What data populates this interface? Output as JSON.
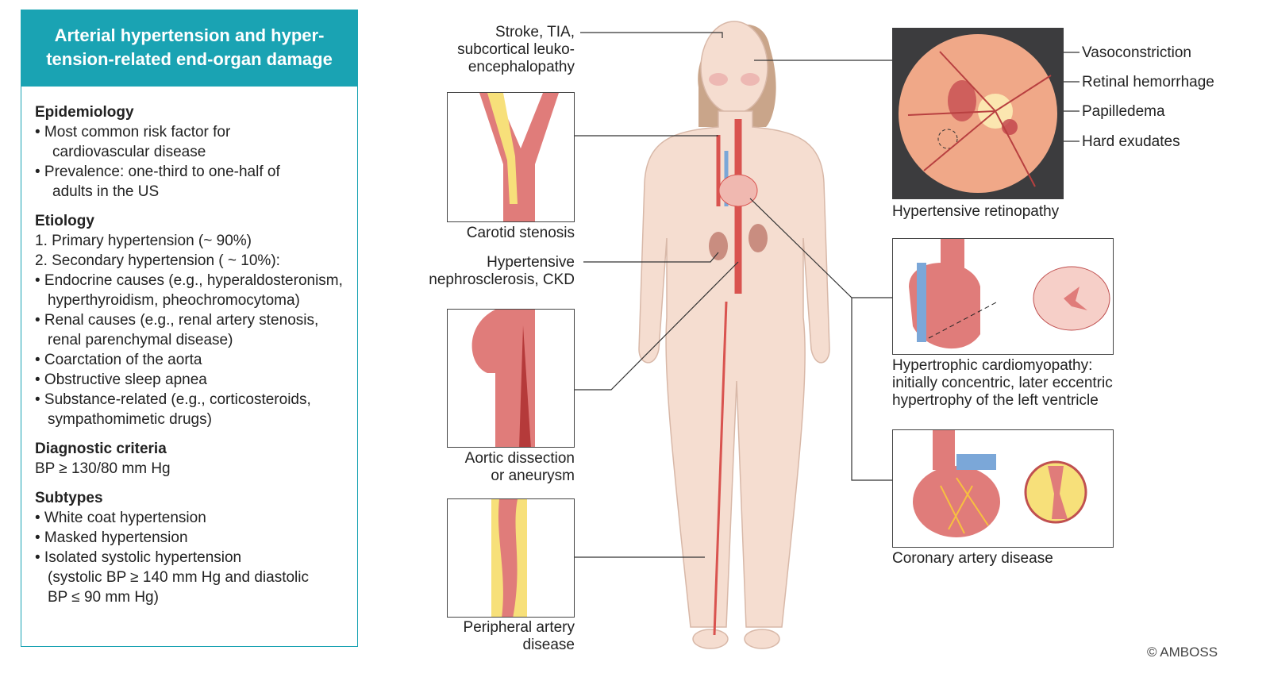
{
  "panel": {
    "title_line1": "Arterial hypertension and hyper-",
    "title_line2": "tension-related end-organ damage",
    "epidemiology": {
      "heading": "Epidemiology",
      "items": [
        "•  Most common risk factor for",
        "cardiovascular disease",
        "•  Prevalence: one-third to one-half of",
        "adults in the US"
      ]
    },
    "etiology": {
      "heading": "Etiology",
      "items": [
        "1. Primary hypertension (~ 90%)",
        "2. Secondary hypertension ( ~ 10%):",
        "• Endocrine causes (e.g., hyperaldosteronism,",
        "hyperthyroidism, pheochromocytoma)",
        "• Renal causes (e.g., renal artery stenosis,",
        "renal parenchymal disease)",
        "• Coarctation of the aorta",
        "• Obstructive sleep apnea",
        "• Substance-related (e.g., corticosteroids,",
        "sympathomimetic drugs)"
      ]
    },
    "diagnostic": {
      "heading": "Diagnostic criteria",
      "text": "BP ≥ 130/80 mm Hg"
    },
    "subtypes": {
      "heading": "Subtypes",
      "items": [
        "• White coat hypertension",
        "• Masked hypertension",
        "• Isolated systolic hypertension",
        "(systolic BP ≥ 140 mm Hg and diastolic",
        "BP ≤ 90 mm Hg)"
      ]
    }
  },
  "left_labels": {
    "stroke": [
      "Stroke, TIA,",
      "subcortical leuko-",
      "encephalopathy"
    ],
    "carotid": "Carotid stenosis",
    "nephro": [
      "Hypertensive",
      "nephrosclerosis, CKD"
    ],
    "aortic": [
      "Aortic dissection",
      "or aneurysm"
    ],
    "peripheral": [
      "Peripheral artery",
      "disease"
    ]
  },
  "right_labels": {
    "retina_points": [
      "Vasoconstriction",
      "Retinal hemorrhage",
      "Papilledema",
      "Hard exudates"
    ],
    "retinopathy": "Hypertensive retinopathy",
    "cardiomyopathy": [
      "Hypertrophic cardiomyopathy:",
      "initially concentric, later eccentric",
      "hypertrophy of the left ventricle"
    ],
    "coronary": "Coronary artery disease"
  },
  "copyright": "© AMBOSS",
  "colors": {
    "teal": "#1aa3b3",
    "skin": "#f5ddd0",
    "artery": "#d9534f",
    "plaque": "#f7e07a",
    "retina_bg": "#3c3c3e"
  }
}
